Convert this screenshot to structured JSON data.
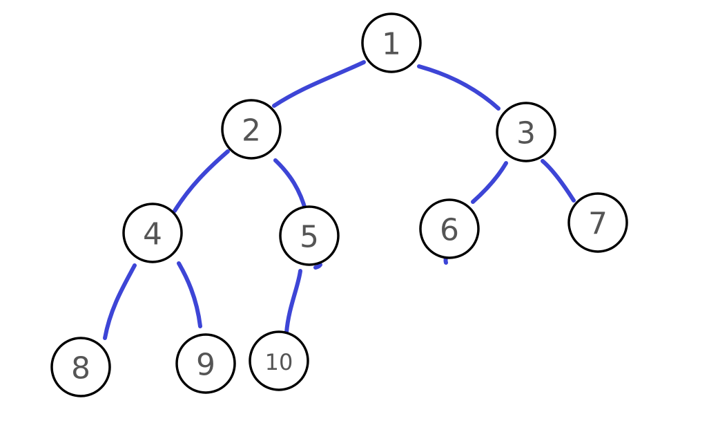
{
  "colors": {
    "edge": "#3d45d6",
    "node_stroke": "#000000",
    "node_fill": "#ffffff",
    "label": "#555555"
  },
  "tree": {
    "nodes": [
      {
        "id": "1",
        "label": "1"
      },
      {
        "id": "2",
        "label": "2"
      },
      {
        "id": "3",
        "label": "3"
      },
      {
        "id": "4",
        "label": "4"
      },
      {
        "id": "5",
        "label": "5"
      },
      {
        "id": "6",
        "label": "6"
      },
      {
        "id": "7",
        "label": "7"
      },
      {
        "id": "8",
        "label": "8"
      },
      {
        "id": "9",
        "label": "9"
      },
      {
        "id": "10",
        "label": "10"
      }
    ],
    "edges": [
      {
        "from": "1",
        "to": "2"
      },
      {
        "from": "1",
        "to": "3"
      },
      {
        "from": "2",
        "to": "4"
      },
      {
        "from": "2",
        "to": "5"
      },
      {
        "from": "3",
        "to": "6"
      },
      {
        "from": "3",
        "to": "7"
      },
      {
        "from": "4",
        "to": "8"
      },
      {
        "from": "4",
        "to": "9"
      },
      {
        "from": "5",
        "to": "10"
      }
    ]
  }
}
